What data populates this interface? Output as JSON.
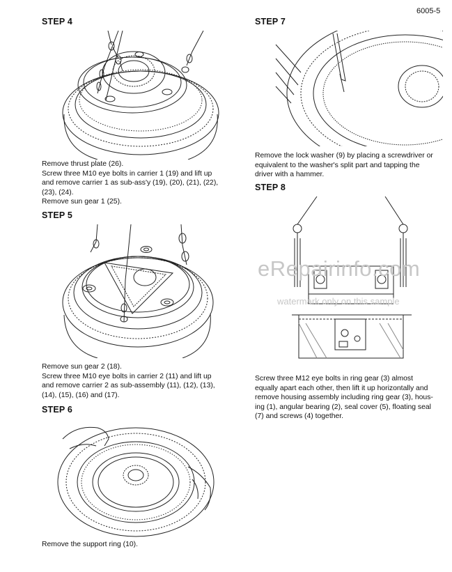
{
  "page": {
    "number": "6005-5"
  },
  "steps": [
    {
      "title": "STEP 4",
      "lines": [
        "Remove thrust plate (26).",
        "Screw three M10 eye bolts in carrier 1 (19) and lift up",
        "and remove carrier 1 as sub-ass'y (19), (20), (21), (22),",
        "(23), (24).",
        "Remove sun gear 1 (25)."
      ]
    },
    {
      "title": "STEP 5",
      "lines": [
        "Remove sun gear 2 (18).",
        "Screw three M10 eye bolts in carrier 2 (11) and lift up",
        "and remove carrier 2 as sub-assembly (11), (12), (13),",
        "(14), (15), (16) and (17)."
      ]
    },
    {
      "title": "STEP 6",
      "lines": [
        "Remove the support ring (10)."
      ]
    },
    {
      "title": "STEP 7",
      "lines": [
        "Remove the lock washer (9) by placing a screwdriver or",
        "equivalent to the washer's split part and tapping the",
        "driver with a hammer."
      ]
    },
    {
      "title": "STEP 8",
      "lines": [
        "Screw three M12 eye bolts in ring gear (3) almost",
        "equally apart each other, then lift it up horizontally and",
        "remove housing assembly including ring gear (3), hous-",
        "ing (1), angular bearing (2), seal cover (5), floating seal",
        "(7) and screws (4) together."
      ]
    }
  ],
  "watermark": {
    "brand": "eRepairinfo.com",
    "note": "watermark only on this sample"
  }
}
